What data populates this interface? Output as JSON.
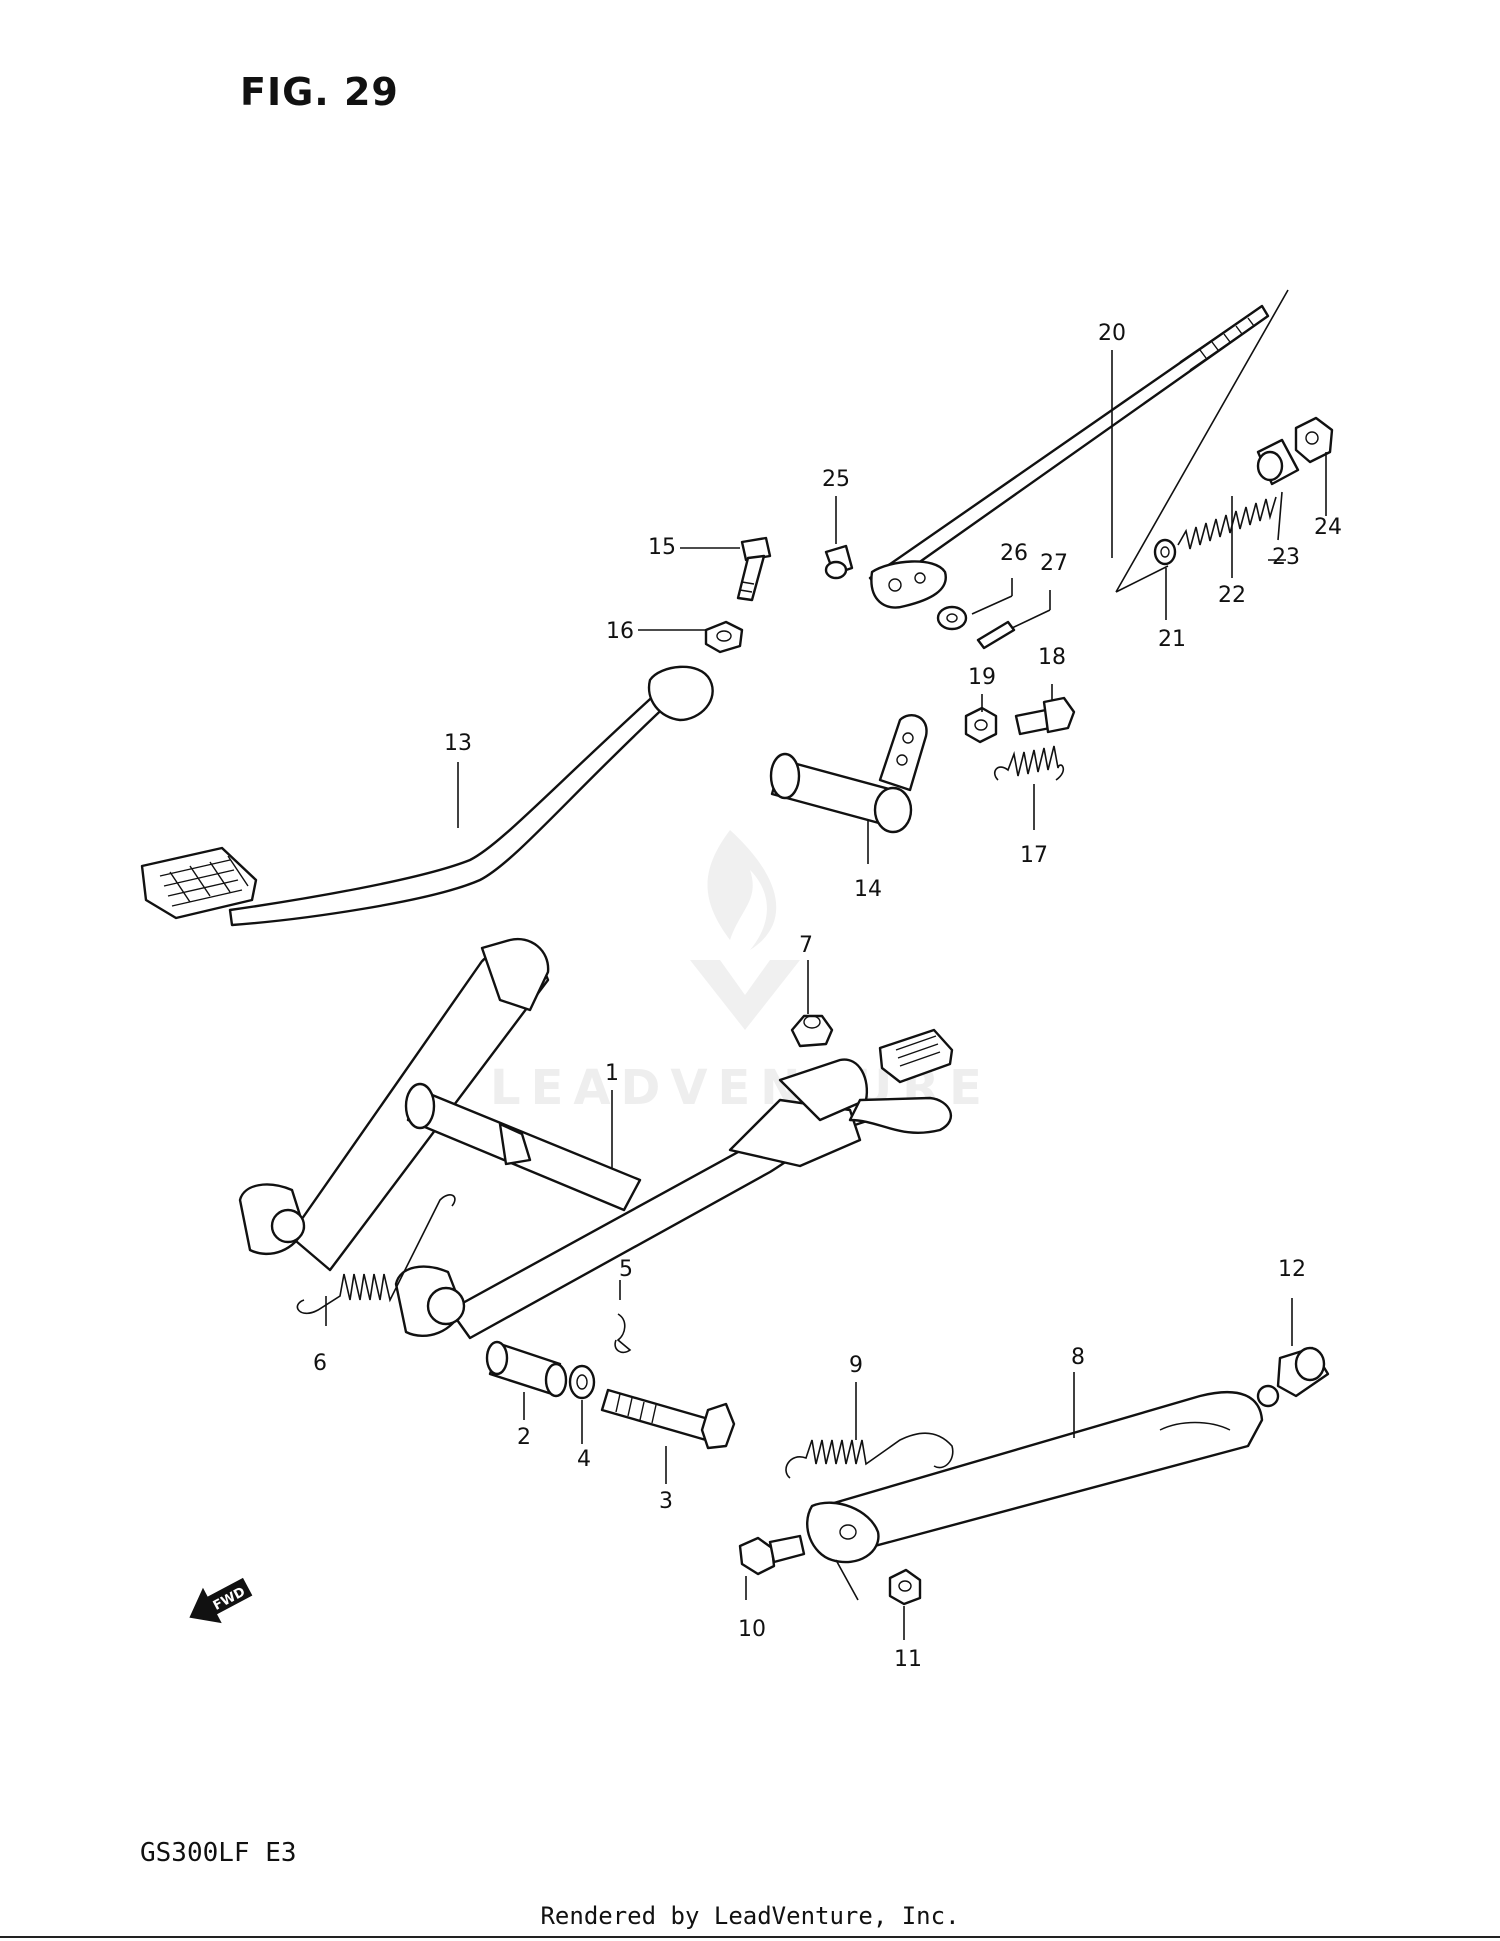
{
  "figure": {
    "title": "FIG. 29",
    "model_code": "GS300LF  E3",
    "footer": "Rendered by LeadVenture, Inc.",
    "watermark": "LEADVENTURE",
    "fwd_label": "FWD"
  },
  "callouts": [
    "1",
    "2",
    "3",
    "4",
    "5",
    "6",
    "7",
    "8",
    "9",
    "10",
    "11",
    "12",
    "13",
    "14",
    "15",
    "16",
    "17",
    "18",
    "19",
    "20",
    "21",
    "22",
    "23",
    "24",
    "25",
    "26",
    "27"
  ],
  "icons": [
    "fwd-arrow-icon",
    "leadventure-logo-icon"
  ]
}
